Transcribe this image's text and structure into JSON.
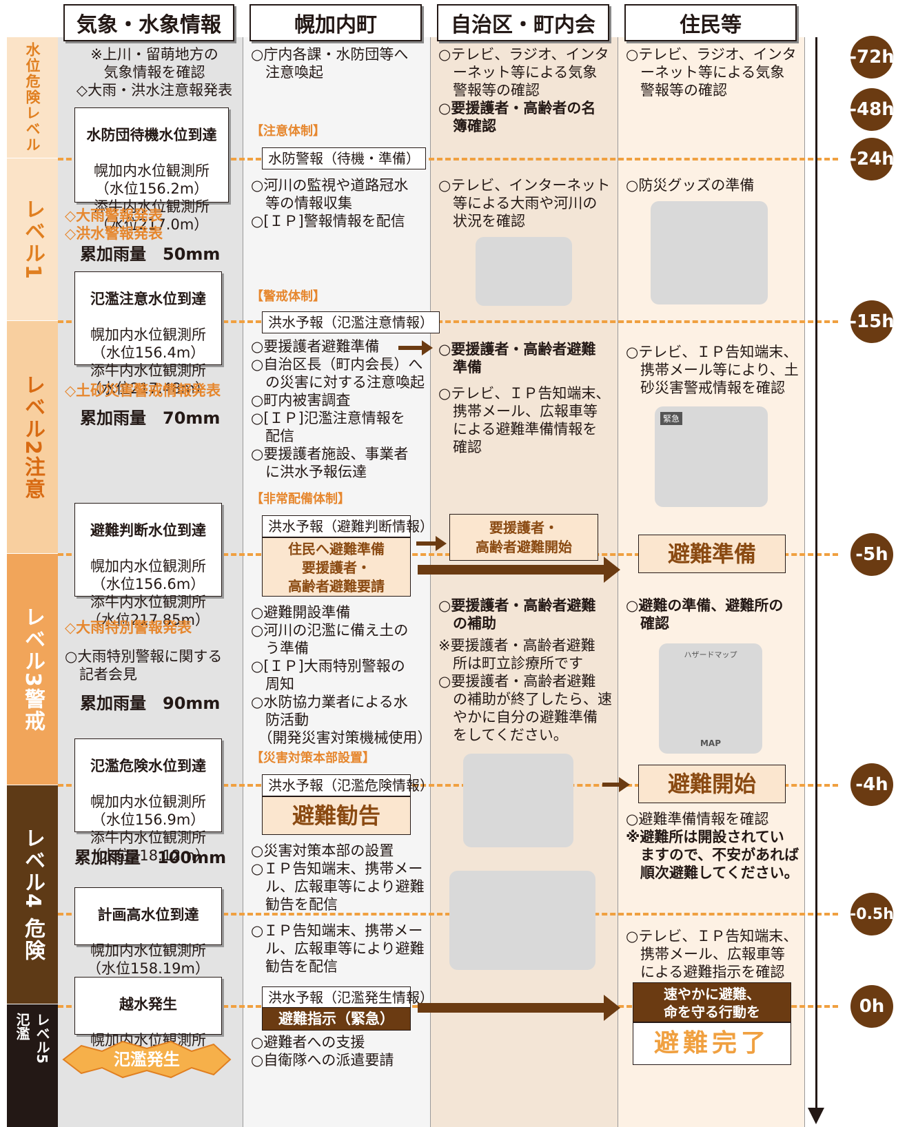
{
  "headers": {
    "weather": "気象・水象情報",
    "town": "幌加内町",
    "district": "自治区・町内会",
    "residents": "住民等"
  },
  "levels": {
    "l0": "水位危険レベル",
    "l1": "レベル1",
    "l2": "レベル2注意",
    "l3": "レベル3警戒",
    "l4": "レベル4 危険",
    "l5a": "氾濫",
    "l5b": "レベル5"
  },
  "times": [
    "-72h",
    "-48h",
    "-24h",
    "-15h",
    "-5h",
    "-4h",
    "-0.5h",
    "0h"
  ],
  "weather": {
    "intro": "※上川・留萌地方の\n気象情報を確認\n◇大雨・洪水注意報発表",
    "box1_title": "水防団待機水位到達",
    "box1_body": "幌加内水位観測所\n（水位156.2m）\n添牛内水位観測所\n（水位217.0m）",
    "warn1": "◇大雨警報発表\n◇洪水警報発表",
    "rain1": "累加雨量　50mm",
    "box2_title": "氾濫注意水位到達",
    "box2_body": "幌加内水位観測所\n（水位156.4m）\n添牛内水位観測所\n（水位217.48m）",
    "warn2": "◇土砂災害警戒情報発表",
    "rain2": "累加雨量　70mm",
    "box3_title": "避難判断水位到達",
    "box3_body": "幌加内水位観測所\n（水位156.6m）\n添牛内水位観測所\n（水位217.85m）",
    "warn3": "◇大雨特別警報発表",
    "press": "○大雨特別警報に関する\n　記者会見",
    "rain3": "累加雨量　90mm",
    "box4_title": "氾濫危険水位到達",
    "box4_body": "幌加内水位観測所\n（水位156.9m）\n添牛内水位観測所\n（水位218.12m）",
    "rain4": "累加雨量　100mm",
    "box5_title": "計画高水位到達",
    "box5_body": "幌加内水位観測所\n（水位158.19m）",
    "box6_title": "越水発生",
    "box6_body": "幌加内水位観測所\n（水位158.49m）",
    "flood": "氾濫発生"
  },
  "town": {
    "t1": "○庁内各課・水防団等へ\n　注意喚起",
    "sys1": "【注意体制】",
    "tag1": "水防警報（待機・準備）",
    "t2": "○河川の監視や道路冠水\n　等の情報収集\n○[ＩＰ]警報情報を配信",
    "sys2": "【警戒体制】",
    "tag2": "洪水予報（氾濫注意情報）",
    "t3": "○要援護者避難準備\n○自治区長（町内会長）へ\n　の災害に対する注意喚起\n○町内被害調査\n○[ＩＰ]氾濫注意情報を\n　配信\n○要援護者施設、事業者\n　に洪水予報伝達",
    "sys3": "【非常配備体制】",
    "tag3": "洪水予報（避難判断情報）",
    "obox3": "住民へ避難準備\n要援護者・\n高齢者避難要請",
    "t4": "○避難開設準備\n○河川の氾濫に備え土の\n　う準備\n○[ＩＰ]大雨特別警報の\n　周知\n○水防協力業者による水\n　防活動\n　（開発災害対策機械使用）",
    "sys4": "【災害対策本部設置】",
    "tag4": "洪水予報（氾濫危険情報）",
    "obox4": "避難勧告",
    "t5": "○災害対策本部の設置\n○ＩＰ告知端末、携帯メー\n　ル、広報車等により避難\n　勧告を配信",
    "t6": "○ＩＰ告知端末、携帯メー\n　ル、広報車等により避難\n　勧告を配信",
    "tag5": "洪水予報（氾濫発生情報）",
    "obox5": "避難指示（緊急）",
    "t7": "○避難者への支援\n○自衛隊への派遣要請"
  },
  "district": {
    "d1": "○テレビ、ラジオ、インタ\n　ーネット等による気象\n　警報等の確認",
    "d1b": "○要援護者・高齢者の名\n　簿確認",
    "d2": "○テレビ、インターネット\n　等による大雨や河川の\n　状況を確認",
    "d3": "○要援護者・高齢者避難\n　準備",
    "d4": "○テレビ、ＩＰ告知端末、\n　携帯メール、広報車等\n　による避難準備情報を\n　確認",
    "box": "要援護者・\n高齢者避難開始",
    "d5": "○要援護者・高齢者避難\n　の補助",
    "d6": "※要援護者・高齢者避難\n　所は町立診療所です\n○要援護者・高齢者避難\n　の補助が終了したら、速\n　やかに自分の避難準備\n　をしてください。"
  },
  "residents": {
    "r1": "○テレビ、ラジオ、インタ\n　ーネット等による気象\n　警報等の確認",
    "r2": "○防災グッズの準備",
    "r3": "○テレビ、ＩＰ告知端末、\n　携帯メール等により、土\n　砂災害警戒情報を確認",
    "prep": "避難準備",
    "r4": "○避難の準備、避難所の\n　確認",
    "start": "避難開始",
    "r5": "○避難準備情報を確認",
    "r5b": "※避難所は開設されてい\n　ますので、不安があれば\n　順次避難してください。",
    "r6": "○テレビ、ＩＰ告知端末、\n　携帯メール、広報車等\n　による避難指示を確認",
    "final1": "速やかに避難、\n命を守る行動を",
    "final2": "避難完了"
  },
  "illustrations": {
    "laptop": "",
    "family": "",
    "tv_news": "緊急",
    "map_reader": "ハザードマップ",
    "map_label": "MAP",
    "rain_evac": "",
    "helmets": ""
  }
}
